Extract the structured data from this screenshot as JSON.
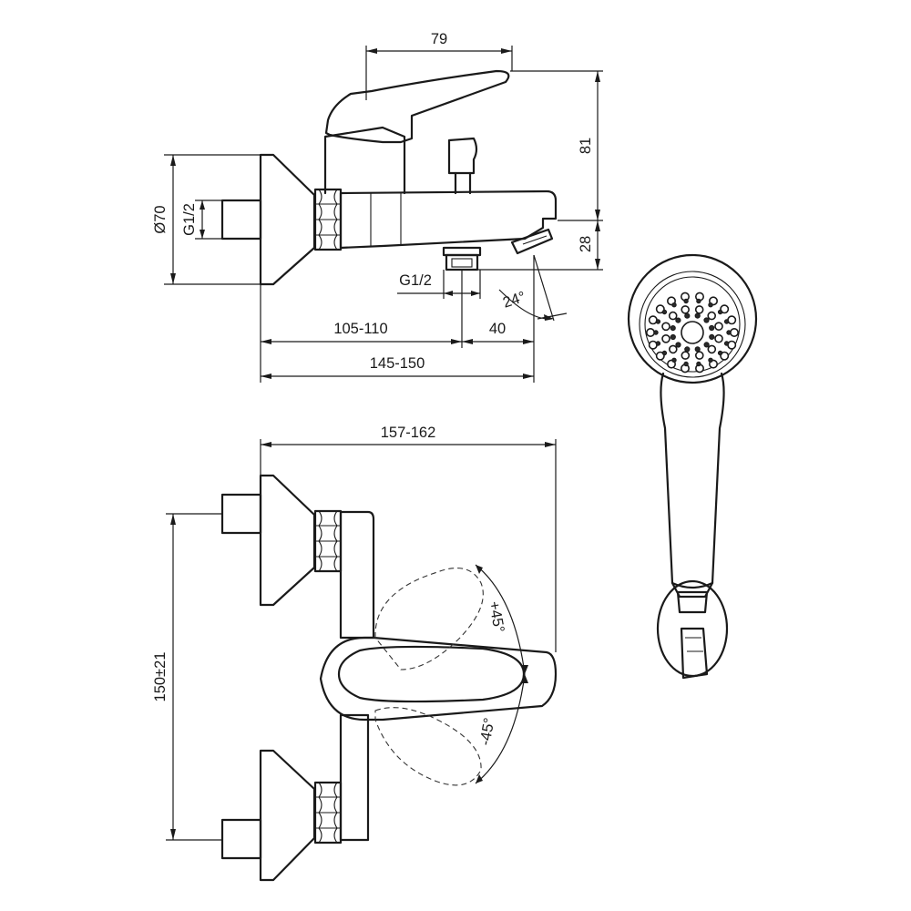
{
  "dimensions": {
    "lever_length": "79",
    "spout_top_height": "81",
    "spout_outlet_height": "28",
    "flange_diameter": "Ø70",
    "inlet_thread": "G1/2",
    "hose_thread": "G1/2",
    "spout_angle": "24°",
    "outlet_to_wall": "105-110",
    "outlet_overhang": "40",
    "total_projection": "145-150",
    "front_projection": "157-162",
    "centre_distance": "150±21",
    "lever_rotation_up": "+45°",
    "lever_rotation_down": "-45°"
  },
  "colors": {
    "line": "#1a1a1a",
    "background": "#ffffff"
  }
}
